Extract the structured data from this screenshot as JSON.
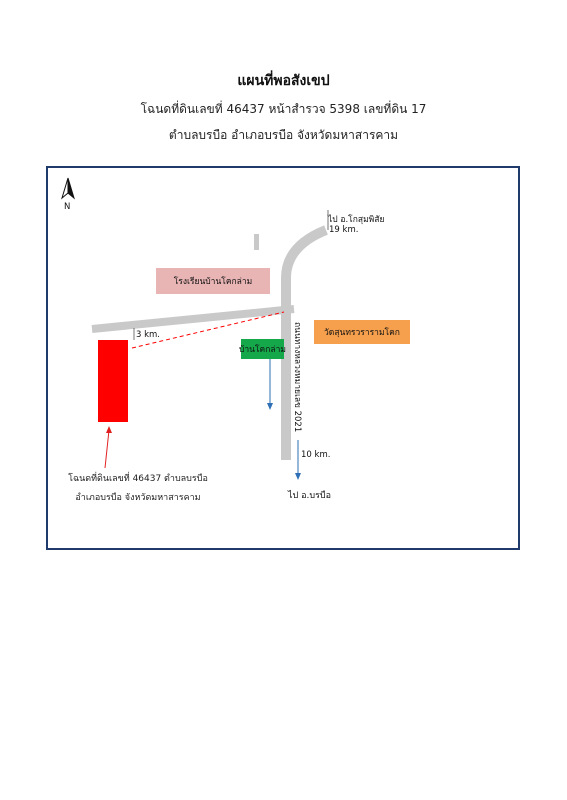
{
  "header": {
    "title": "แผนที่พอสังเขป",
    "subtitle_line1": "โฉนดที่ดินเลขที่ 46437 หน้าสำรวจ 5398 เลขที่ดิน 17",
    "subtitle_line2": "ตำบลบรบือ อำเภอบรบือ จังหวัดมหาสารคาม"
  },
  "map": {
    "north_label": "N",
    "to_kosum_label": "ไป อ.โกสุมพิสัย",
    "to_kosum_distance": "19 km.",
    "school_label": "โรงเรียนบ้านโคกล่าม",
    "temple_label": "วัดสุนทรวรารามโคก",
    "village_label": "บ้านโคกล่าม",
    "road_label": "ถนนทางหลวงหมายเลข 2021",
    "side_road_distance": "3 km.",
    "to_borabue_distance": "10 km.",
    "to_borabue_label": "ไป อ.บรบือ",
    "plot_caption_line1": "โฉนดที่ดินเลขที่ 46437 ตำบลบรบือ",
    "plot_caption_line2": "อำเภอบรบือ จังหวัดมหาสารคาม"
  },
  "colors": {
    "frame": "#1f3a6b",
    "road": "#c9c9c9",
    "plot": "#ff0000",
    "school": "#e8b4b4",
    "temple": "#f6a04d",
    "village": "#14a84a",
    "arrow": "#2e6fb5"
  }
}
